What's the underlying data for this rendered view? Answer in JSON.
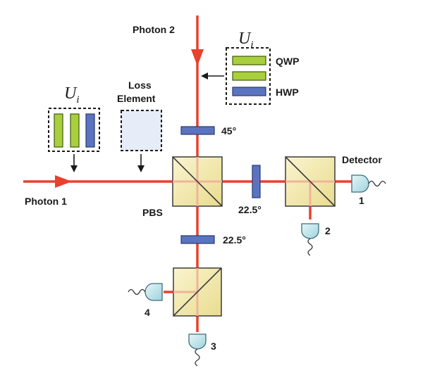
{
  "labels": {
    "photon2": "Photon 2",
    "photon1": "Photon 1",
    "ui_top": "U",
    "ui_top_sub": "i",
    "ui_left": "U",
    "ui_left_sub": "i",
    "qwp": "QWP",
    "hwp": "HWP",
    "loss_line1": "Loss",
    "loss_line2": "Element",
    "angle_top": "45°",
    "angle_right": "22.5°",
    "angle_bottom": "22.5°",
    "pbs": "PBS",
    "detector": "Detector",
    "det1": "1",
    "det2": "2",
    "det3": "3",
    "det4": "4"
  },
  "colors": {
    "beam": "#e8412c",
    "hwp": "#5b74c0",
    "qwp": "#a9cf3d",
    "cube": "#f3eab0",
    "loss_element": "#e6ecf8",
    "detector": "#c6e8ee"
  }
}
